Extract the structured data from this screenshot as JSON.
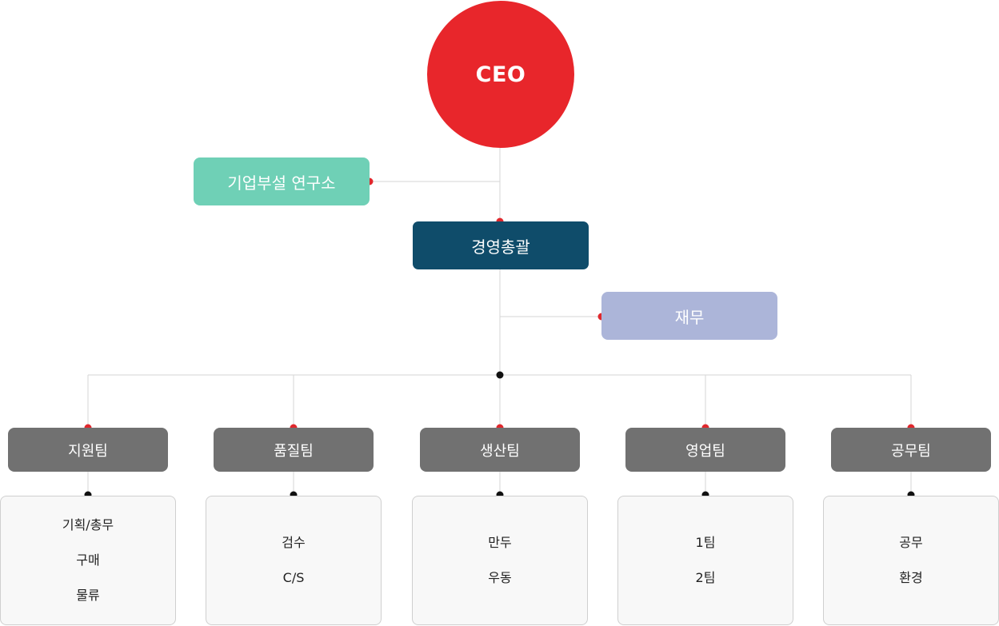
{
  "colors": {
    "ceo": "#e8262b",
    "lab": "#6fd0b6",
    "management": "#0f4c6a",
    "finance": "#acb5d9",
    "team": "#717171",
    "connector": "#d6d6d6",
    "dot_red": "#e0282d",
    "dot_black": "#111111"
  },
  "ceo": {
    "label": "CEO"
  },
  "lab": {
    "label": "기업부설 연구소"
  },
  "management": {
    "label": "경영총괄"
  },
  "finance": {
    "label": "재무"
  },
  "teams": [
    {
      "label": "지원팀",
      "items": [
        "기획/총무",
        "구매",
        "물류"
      ]
    },
    {
      "label": "품질팀",
      "items": [
        "검수",
        "C/S"
      ]
    },
    {
      "label": "생산팀",
      "items": [
        "만두",
        "우동"
      ]
    },
    {
      "label": "영업팀",
      "items": [
        "1팀",
        "2팀"
      ]
    },
    {
      "label": "공무팀",
      "items": [
        "공무",
        "환경"
      ]
    }
  ]
}
